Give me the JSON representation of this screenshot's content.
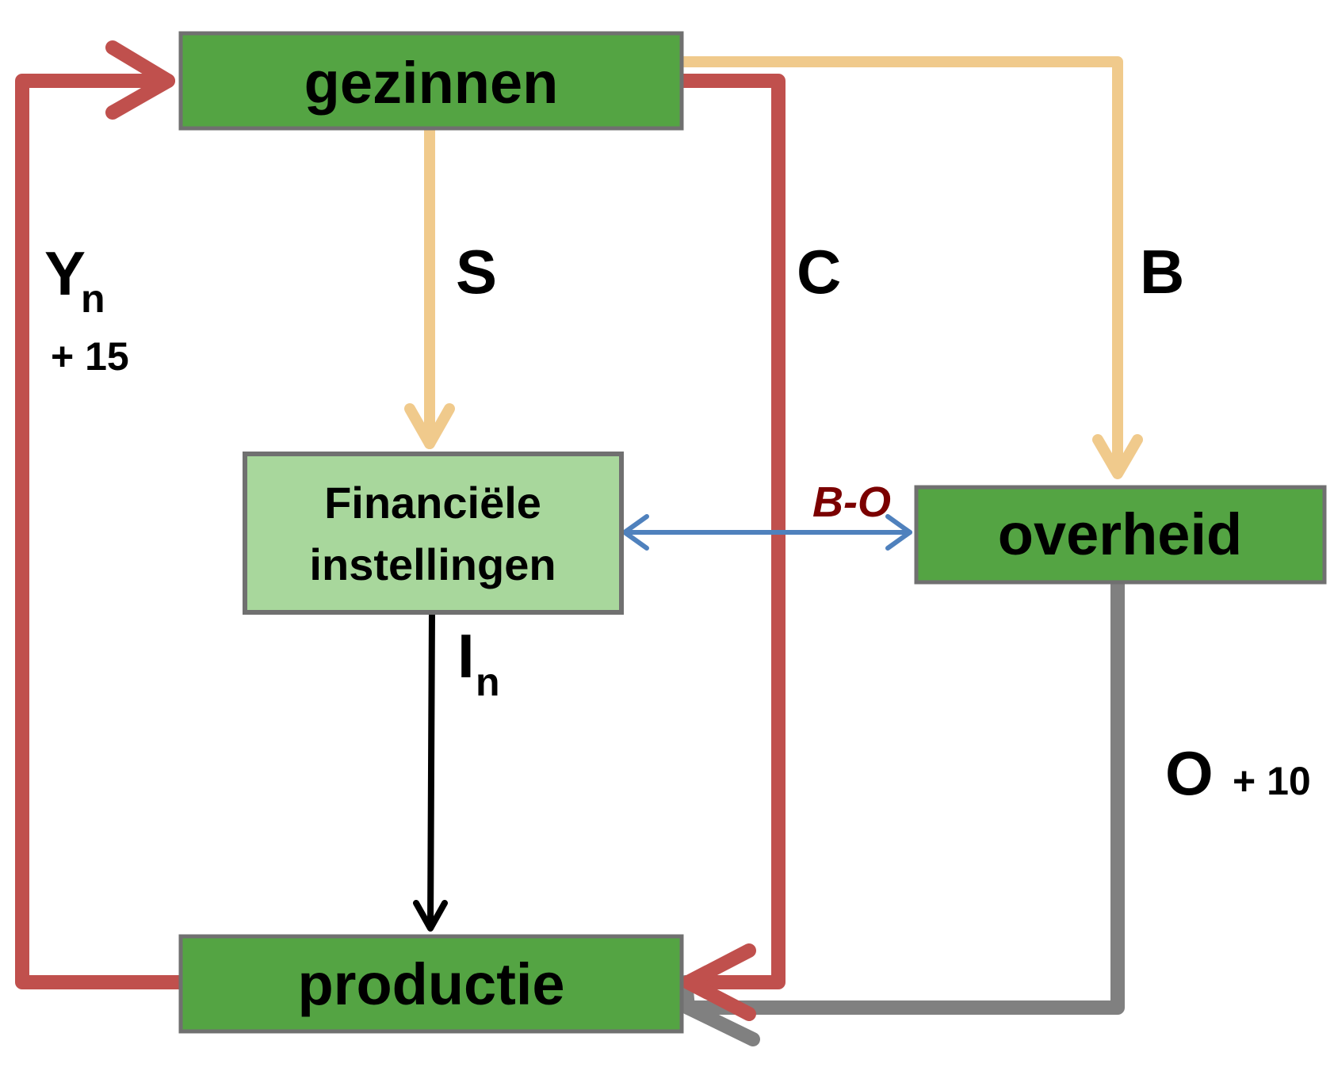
{
  "colors": {
    "dark_green": "#54A443",
    "light_green": "#A8D79C",
    "box_border": "#707070",
    "red": "#C0504D",
    "tan": "#F0CA8C",
    "blue": "#4F81BD",
    "gray": "#808080",
    "dark_red_text": "#7B0000"
  },
  "nodes": {
    "gezinnen": {
      "label": "gezinnen"
    },
    "financiele": {
      "label_line1": "Financiële",
      "label_line2": "instellingen"
    },
    "overheid": {
      "label": "overheid"
    },
    "productie": {
      "label": "productie"
    }
  },
  "flows": {
    "yn": {
      "main": "Y",
      "sub": "n",
      "change": "+ 15"
    },
    "s": {
      "label": "S"
    },
    "c": {
      "label": "C"
    },
    "b": {
      "label": "B"
    },
    "bo": {
      "label": "B-O"
    },
    "in": {
      "main": "I",
      "sub": "n"
    },
    "o": {
      "label": "O",
      "change": "+ 10"
    }
  }
}
